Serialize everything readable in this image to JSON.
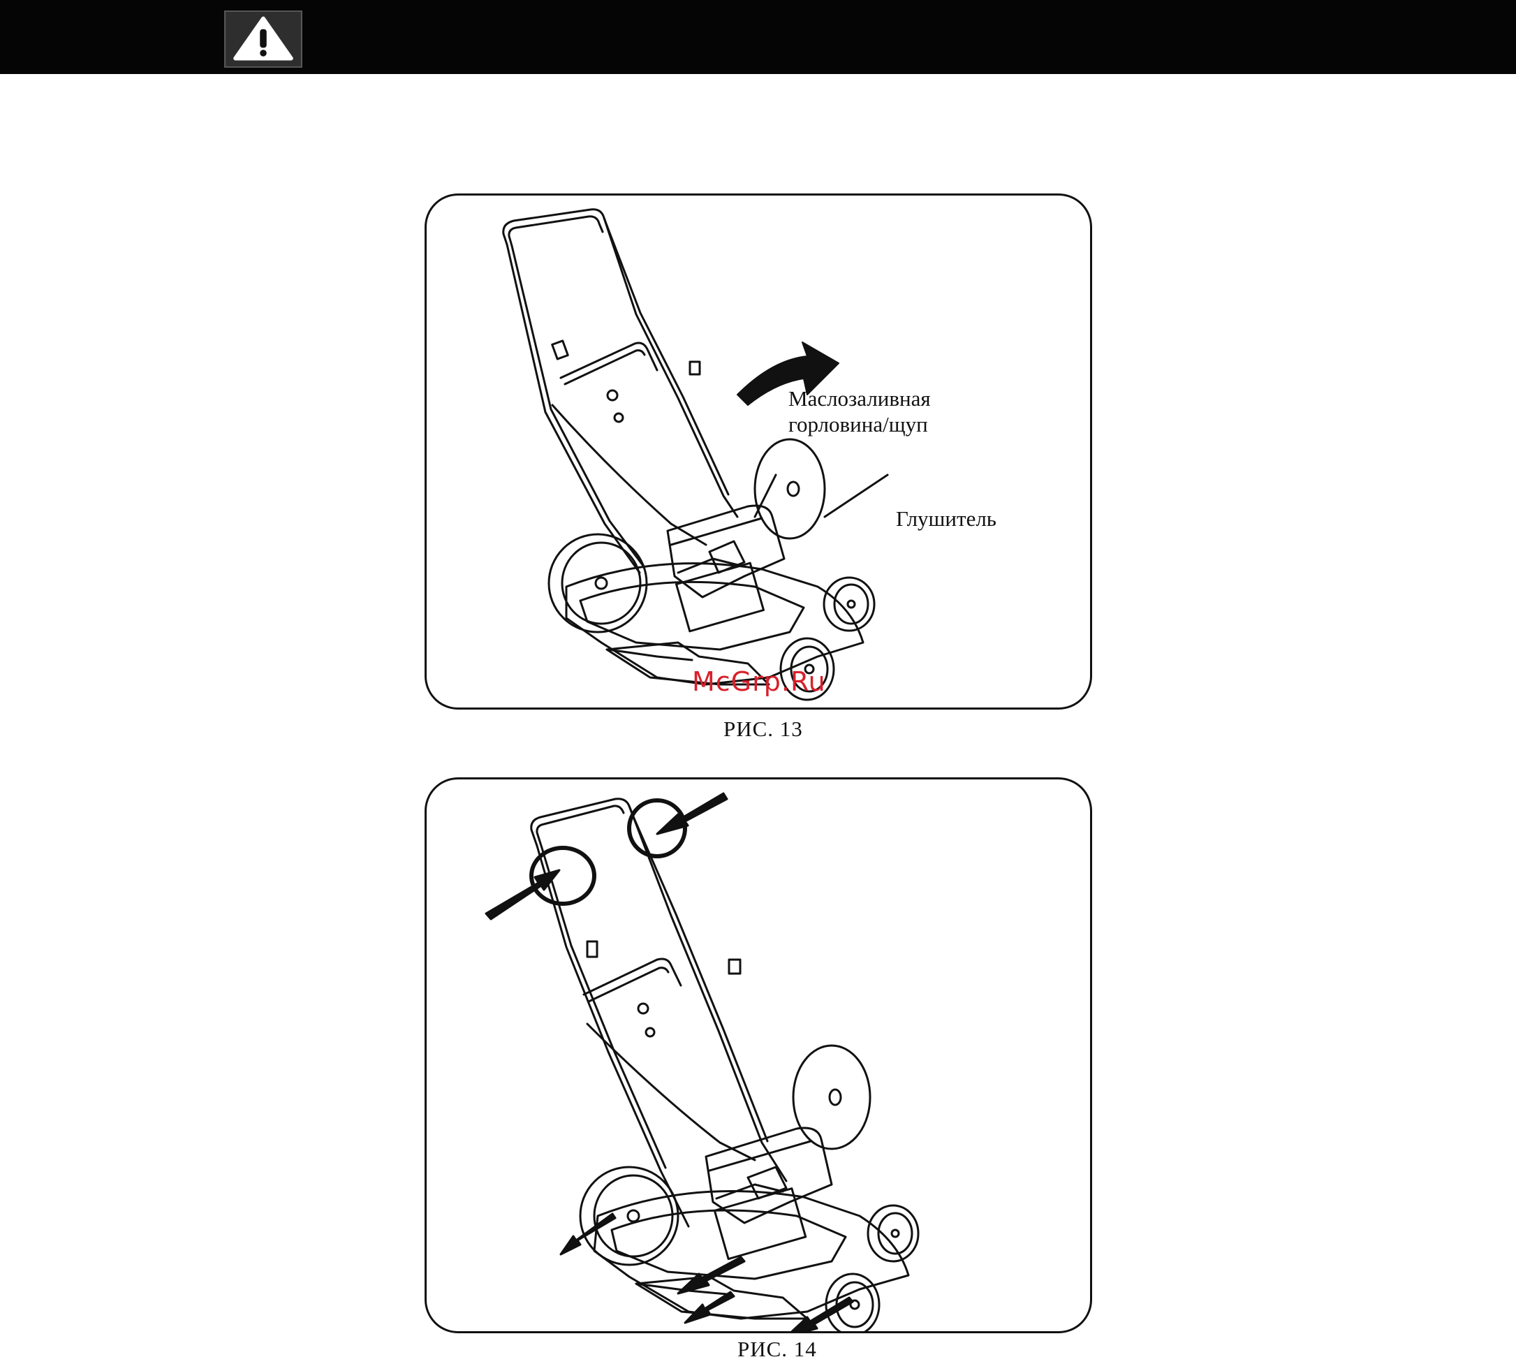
{
  "header": {
    "icon": "warning-triangle-icon",
    "background_color": "#050505"
  },
  "figures": [
    {
      "id": "fig13",
      "caption": "РИС. 13",
      "labels": {
        "oil_fill_line1": "Маслозаливная",
        "oil_fill_line2": "горловина/щуп",
        "muffler": "Глушитель"
      }
    },
    {
      "id": "fig14",
      "caption": "РИС. 14"
    }
  ],
  "watermark": {
    "text": "McGrp.Ru",
    "color": "#d8202a"
  }
}
